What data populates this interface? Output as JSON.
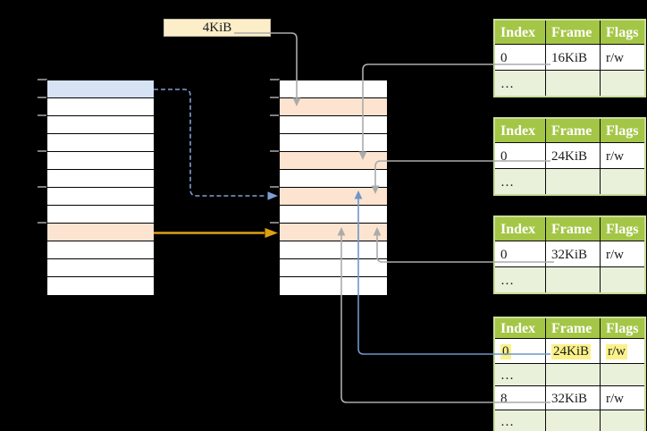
{
  "colors": {
    "label_fill": "#FBEEC9",
    "label_border": "#C9C0A6",
    "row_white": "#FFFFFF",
    "row_blue": "#D5E3F4",
    "row_orange": "#FCE4D0",
    "table_header_green": "#A4C646",
    "table_frame_green": "#C9DC9C",
    "table_row_light_green": "#EAF1DB",
    "highlight_yellow": "#FBF18A",
    "line_gray": "#ABABAB",
    "line_blue": "#6E96C8",
    "line_blue_dashed": "#7F9FD2",
    "line_orange": "#DFA013",
    "tick_gray": "#7F7F7F"
  },
  "page_size_label": "4KiB",
  "memory_columns": {
    "virtual": {
      "rows": [
        "blue",
        "white",
        "white",
        "white",
        "white",
        "white",
        "white",
        "white",
        "orange",
        "white",
        "white",
        "white"
      ]
    },
    "physical": {
      "rows": [
        "white",
        "orange",
        "white",
        "white",
        "orange",
        "white",
        "orange",
        "white",
        "orange",
        "white",
        "white",
        "white"
      ]
    }
  },
  "tick_row_indexes": [
    0,
    1,
    2,
    4,
    6,
    8
  ],
  "page_tables": [
    {
      "columns": [
        "Index",
        "Frame",
        "Flags"
      ],
      "rows": [
        {
          "cells": [
            "0",
            "16KiB",
            "r/w"
          ],
          "variant": "white",
          "highlight": false
        },
        {
          "cells": [
            "…",
            "",
            ""
          ],
          "variant": "green",
          "highlight": false
        }
      ]
    },
    {
      "columns": [
        "Index",
        "Frame",
        "Flags"
      ],
      "rows": [
        {
          "cells": [
            "0",
            "24KiB",
            "r/w"
          ],
          "variant": "white",
          "highlight": false
        },
        {
          "cells": [
            "…",
            "",
            ""
          ],
          "variant": "green",
          "highlight": false
        }
      ]
    },
    {
      "columns": [
        "Index",
        "Frame",
        "Flags"
      ],
      "rows": [
        {
          "cells": [
            "0",
            "32KiB",
            "r/w"
          ],
          "variant": "white",
          "highlight": false
        },
        {
          "cells": [
            "…",
            "",
            ""
          ],
          "variant": "green",
          "highlight": false
        }
      ]
    },
    {
      "columns": [
        "Index",
        "Frame",
        "Flags"
      ],
      "rows": [
        {
          "cells": [
            "0",
            "24KiB",
            "r/w"
          ],
          "variant": "white",
          "highlight": true
        },
        {
          "cells": [
            "…",
            "",
            ""
          ],
          "variant": "green",
          "highlight": false
        },
        {
          "cells": [
            "8",
            "32KiB",
            "r/w"
          ],
          "variant": "white",
          "highlight": false
        },
        {
          "cells": [
            "…",
            "",
            ""
          ],
          "variant": "green",
          "highlight": false
        }
      ]
    }
  ]
}
